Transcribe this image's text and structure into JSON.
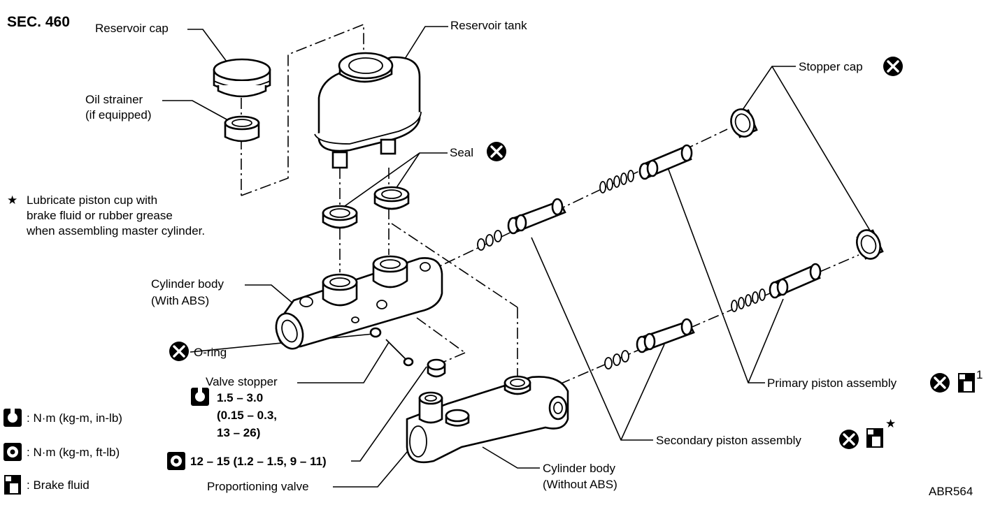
{
  "section_label": "SEC. 460",
  "figure_code": "ABR564",
  "note": {
    "star": "★",
    "lines": [
      "Lubricate piston cup with",
      "brake fluid or rubber grease",
      "when assembling master cylinder."
    ]
  },
  "labels": {
    "reservoir_cap": "Reservoir cap",
    "reservoir_tank": "Reservoir tank",
    "oil_strainer_1": "Oil strainer",
    "oil_strainer_2": "(if equipped)",
    "seal": "Seal",
    "stopper_cap": "Stopper cap",
    "cylinder_body_abs_1": "Cylinder body",
    "cylinder_body_abs_2": "(With ABS)",
    "o_ring": "O-ring",
    "valve_stopper": "Valve stopper",
    "valve_stopper_torque_1": "1.5 – 3.0",
    "valve_stopper_torque_2": "(0.15 – 0.3,",
    "valve_stopper_torque_3": "13 – 26)",
    "proportioning_torque": "12 – 15 (1.2 – 1.5, 9 – 11)",
    "proportioning_valve": "Proportioning valve",
    "primary_piston": "Primary piston assembly",
    "primary_superscript": "1",
    "secondary_piston": "Secondary piston assembly",
    "secondary_star": "★",
    "cylinder_body_noabs_1": "Cylinder body",
    "cylinder_body_noabs_2": "(Without ABS)"
  },
  "legend": [
    {
      "icon": "torque-in-lb-icon",
      "text": ": N·m (kg-m, in-lb)"
    },
    {
      "icon": "torque-ft-lb-icon",
      "text": ": N·m (kg-m, ft-lb)"
    },
    {
      "icon": "brake-fluid-icon",
      "text": ": Brake fluid"
    }
  ]
}
